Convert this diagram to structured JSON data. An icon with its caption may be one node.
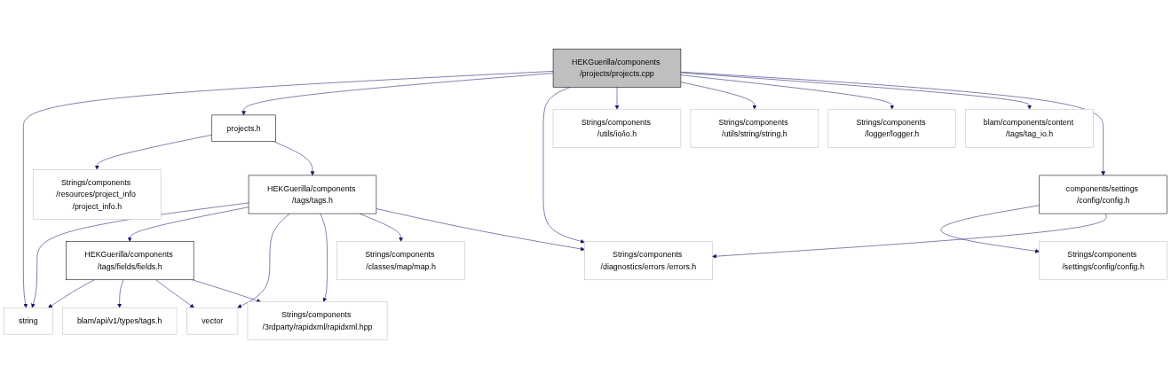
{
  "diagram": {
    "nodes": [
      {
        "text": [
          "HEKGuerilla/components /projects/projects.cpp"
        ]
      },
      {
        "text": [
          "projects.h"
        ]
      },
      {
        "text": [
          "Strings/components /utils/io/io.h"
        ]
      },
      {
        "text": [
          "Strings/components /utils/string/string.h"
        ]
      },
      {
        "text": [
          "Strings/components /logger/logger.h"
        ]
      },
      {
        "text": [
          "blam/components/content /tags/tag_io.h"
        ]
      },
      {
        "text": [
          "components/settings /config/config.h"
        ]
      },
      {
        "text": [
          "Strings/components /resources/project_info /project_info.h"
        ]
      },
      {
        "text": [
          "HEKGuerilla/components /tags/tags.h"
        ]
      },
      {
        "text": [
          "Strings/components /settings/config/config.h"
        ]
      },
      {
        "text": [
          "HEKGuerilla/components /tags/fields/fields.h"
        ]
      },
      {
        "text": [
          "Strings/components /classes/map/map.h"
        ]
      },
      {
        "text": [
          "Strings/components /diagnostics/errors /errors.h"
        ]
      },
      {
        "text": [
          "string"
        ]
      },
      {
        "text": [
          "blam/api/v1/types/tags.h"
        ]
      },
      {
        "text": [
          "vector"
        ]
      },
      {
        "text": [
          "Strings/components /3rdparty/rapidxml/rapidxml.hpp"
        ]
      }
    ],
    "edges": [
      {
        "from": 0,
        "to": 13,
        "arrow": "to"
      },
      {
        "from": 0,
        "to": 1,
        "arrow": "to"
      },
      {
        "from": 0,
        "to": 12,
        "arrow": "to"
      },
      {
        "from": 0,
        "to": 2,
        "arrow": "to"
      },
      {
        "from": 0,
        "to": 3,
        "arrow": "to"
      },
      {
        "from": 0,
        "to": 4,
        "arrow": "to"
      },
      {
        "from": 0,
        "to": 5,
        "arrow": "to"
      },
      {
        "from": 0,
        "to": 6,
        "arrow": "to"
      },
      {
        "from": 1,
        "to": 7,
        "arrow": "to"
      },
      {
        "from": 1,
        "to": 8,
        "arrow": "to"
      },
      {
        "from": 6,
        "to": 9,
        "arrow": "to"
      },
      {
        "from": 6,
        "to": 12,
        "arrow": "to"
      },
      {
        "from": 8,
        "to": 13,
        "arrow": "to"
      },
      {
        "from": 8,
        "to": 10,
        "arrow": "to"
      },
      {
        "from": 8,
        "to": 15,
        "arrow": "to"
      },
      {
        "from": 8,
        "to": 16,
        "arrow": "to"
      },
      {
        "from": 8,
        "to": 11,
        "arrow": "to"
      },
      {
        "from": 8,
        "to": 12,
        "arrow": "to"
      },
      {
        "from": 10,
        "to": 13,
        "arrow": "to"
      },
      {
        "from": 10,
        "to": 14,
        "arrow": "to"
      },
      {
        "from": 10,
        "to": 15,
        "arrow": "to"
      },
      {
        "from": 10,
        "to": 16,
        "arrow": "to"
      }
    ]
  }
}
